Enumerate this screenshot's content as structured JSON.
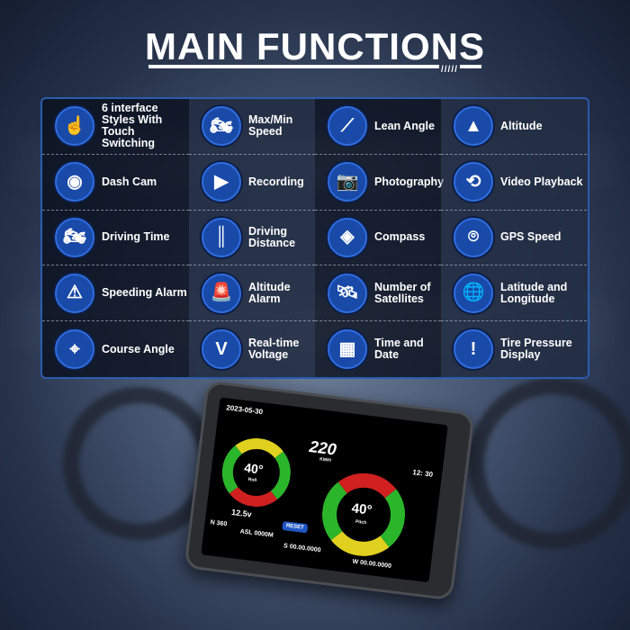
{
  "title": "MAIN FUNCTIONS",
  "title_decoration": "/////",
  "accent_color": "#1a4aa8",
  "features": [
    {
      "label": "6 interface Styles With Touch Switching",
      "icon": "touch-hand-icon",
      "glyph": "☝"
    },
    {
      "label": "Max/Min Speed",
      "icon": "motorcycle-icon",
      "glyph": "🏍"
    },
    {
      "label": "Lean Angle",
      "icon": "lean-rider-icon",
      "glyph": "⟋"
    },
    {
      "label": "Altitude",
      "icon": "mountain-icon",
      "glyph": "▲"
    },
    {
      "label": "Dash Cam",
      "icon": "dash-cam-icon",
      "glyph": "◉"
    },
    {
      "label": "Recording",
      "icon": "video-camera-icon",
      "glyph": "▶"
    },
    {
      "label": "Photography",
      "icon": "camera-icon",
      "glyph": "📷"
    },
    {
      "label": "Video Playback",
      "icon": "playback-icon",
      "glyph": "⟲"
    },
    {
      "label": "Driving Time",
      "icon": "rider-icon",
      "glyph": "🏍"
    },
    {
      "label": "Driving Distance",
      "icon": "road-icon",
      "glyph": "║"
    },
    {
      "label": "Compass",
      "icon": "compass-icon",
      "glyph": "◈"
    },
    {
      "label": "GPS Speed",
      "icon": "gps-pin-icon",
      "glyph": "⌾"
    },
    {
      "label": "Speeding Alarm",
      "icon": "warning-icon",
      "glyph": "⚠"
    },
    {
      "label": "Altitude Alarm",
      "icon": "siren-icon",
      "glyph": "🚨"
    },
    {
      "label": "Number of Satellites",
      "icon": "satellite-icon",
      "glyph": "🛰"
    },
    {
      "label": "Latitude and Longitude",
      "icon": "globe-icon",
      "glyph": "🌐"
    },
    {
      "label": "Course Angle",
      "icon": "crosshair-icon",
      "glyph": "⌖"
    },
    {
      "label": "Real-time Voltage",
      "icon": "voltmeter-icon",
      "glyph": "V"
    },
    {
      "label": "Time and Date",
      "icon": "calendar-icon",
      "glyph": "▦"
    },
    {
      "label": "Tire Pressure Display",
      "icon": "tire-pressure-icon",
      "glyph": "!"
    }
  ],
  "device_screen": {
    "date": "2023-05-30",
    "time": "12: 30",
    "speed": "220",
    "speed_unit": "KM/H",
    "roll_angle": "40°",
    "roll_label": "Roll",
    "pitch_angle": "40°",
    "pitch_label": "Pitch",
    "voltage": "12.5v",
    "reset_label": "RESET",
    "heading": "N 360",
    "altitude": "ASL 0000M",
    "latitude": "S 00.00.0000",
    "longitude": "W 00.00.0000"
  }
}
